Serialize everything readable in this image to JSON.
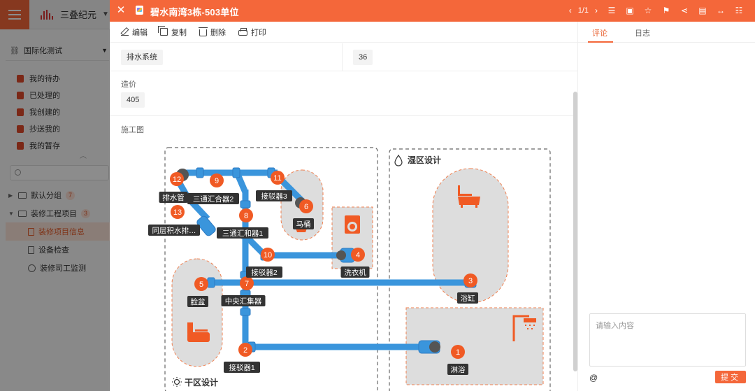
{
  "background_app": {
    "brand": "三叠纪元",
    "org": "国际化测试",
    "tasks": [
      "我的待办",
      "已处理的",
      "我创建的",
      "抄送我的",
      "我的暂存"
    ],
    "tree": [
      {
        "label": "默认分组",
        "badge": "7"
      },
      {
        "label": "装修工程项目",
        "badge": "3"
      },
      {
        "label": "装修项目信息"
      },
      {
        "label": "设备检查"
      },
      {
        "label": "装修司工监测"
      }
    ]
  },
  "header": {
    "title": "碧水南湾3栋-503单位",
    "pager": "1/1",
    "color": "#f4673a"
  },
  "actions": {
    "edit": "编辑",
    "copy": "复制",
    "delete": "删除",
    "print": "打印"
  },
  "fields": {
    "drain_system": "排水系统",
    "drain_value": "36",
    "cost_label": "造价",
    "cost_value": "405",
    "drawing_label": "施工图"
  },
  "diagram": {
    "dry_zone": "干区设计",
    "wet_zone": "湿区设计",
    "colors": {
      "pipe": "#3a95dc",
      "node": "#f05a24",
      "zone": "#dddddd",
      "label": "#333333"
    },
    "nodes": [
      {
        "n": "1",
        "label": "淋浴"
      },
      {
        "n": "2",
        "label": "接驳器1"
      },
      {
        "n": "3",
        "label": "浴缸"
      },
      {
        "n": "4",
        "label": "洗衣机"
      },
      {
        "n": "5",
        "label": "脸盆"
      },
      {
        "n": "6",
        "label": "马桶"
      },
      {
        "n": "7",
        "label": "中央汇集器"
      },
      {
        "n": "8",
        "label": "三通汇和器1"
      },
      {
        "n": "9",
        "label": "三通汇合器2"
      },
      {
        "n": "10",
        "label": "接驳器2"
      },
      {
        "n": "11",
        "label": "接驳器3"
      },
      {
        "n": "12",
        "label": "排水管"
      },
      {
        "n": "13",
        "label": "同层积水排…"
      }
    ]
  },
  "comments": {
    "tab_comment": "评论",
    "tab_log": "日志",
    "placeholder": "请输入内容",
    "at": "@",
    "submit": "提交"
  }
}
